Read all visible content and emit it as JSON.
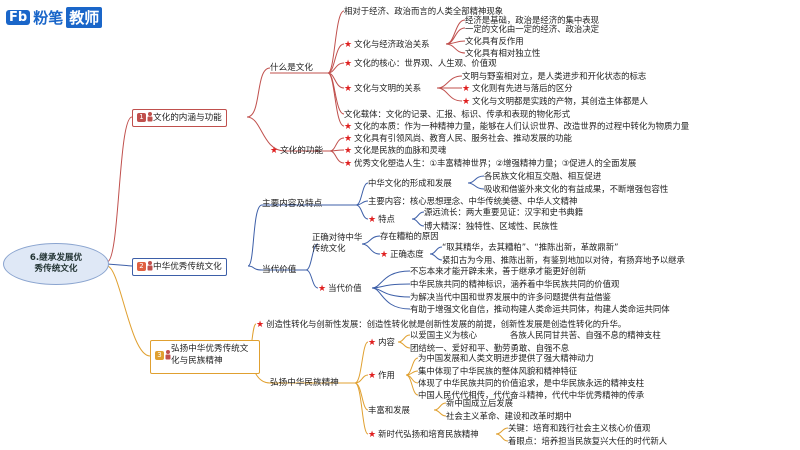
{
  "brand": {
    "fb": "Fb",
    "name": "粉笔",
    "edu": "教师"
  },
  "root": {
    "line1": "6.继承发展优",
    "line2": "秀传统文化"
  },
  "main_branches": [
    {
      "num": "1",
      "label": "文化的内涵与功能"
    },
    {
      "num": "2",
      "label": "中华优秀传统文化"
    },
    {
      "num": "3",
      "label": "弘扬中华优秀传统文化与民族精神"
    }
  ],
  "b1": {
    "what_culture": "什么是文化",
    "top_note": "相对于经济、政治而言的人类全部精神现象",
    "econ_politics": "文化与经济政治关系",
    "econ_sub": [
      "经济是基础，政治是经济的集中表现",
      "一定的文化由一定的经济、政治决定",
      "文化具有反作用",
      "文化具有相对独立性"
    ],
    "core": "文化的核心：世界观、人生观、价值观",
    "civ": "文化与文明的关系",
    "civ_sub": [
      "文明与野蛮相对立，是人类进步和开化状态的标志",
      "文化则有先进与落后的区分",
      "文化与文明都是实践的产物，其创造主体都是人"
    ],
    "carrier": "文化载体：文化的记录、汇报、标识、传承和表现的物化形式",
    "essence": "文化的本质：作为一种精神力量，能够在人们认识世界、改造世界的过程中转化为物质力量",
    "function": "文化的功能",
    "func_sub": [
      "文化具有引领风尚、教育人民、服务社会、推动发展的功能",
      "文化是民族的血脉和灵魂",
      "优秀文化塑造人生：①丰富精神世界；②增强精神力量；③促进人的全面发展"
    ]
  },
  "b2": {
    "content": "主要内容及特点",
    "formation": "中华文化的形成和发展",
    "formation_sub": [
      "各民族文化相互交融、相互促进",
      "吸收和借鉴外来文化的有益成果，不断增强包容性"
    ],
    "main_content": "主要内容：核心思想理念、中华传统美德、中华人文精神",
    "traits": "特点",
    "traits_sub": [
      "源远流长：两大重要见证：汉字和史书典籍",
      "博大精深：独特性、区域性、民族性"
    ],
    "value": "当代价值",
    "correct": "正确对待中华传统文化",
    "correct_sub": [
      "存在糟粕的原因",
      "正确态度"
    ],
    "attitude_sub": [
      "“取其精华，去其糟粕”、“推陈出新，革故鼎新”",
      "紧扣古为今用、推陈出新，有鉴别地加以对待，有扬弃地予以继承"
    ],
    "contemporary": "当代价值",
    "contemporary_sub": [
      "不忘本来才能开辟未来，善于继承才能更好创新",
      "中华民族共同的精神标识，涵养着中华民族共同的价值观",
      "为解决当代中国和世界发展中的许多问题提供有益借鉴",
      "有助于增强文化自信，推动构建人类命运共同体，构建人类命运共同体"
    ]
  },
  "b3": {
    "creative": "创造性转化与创新性发展：创造性转化就是创新性发展的前提，创新性发展是创造性转化的升华。",
    "spirit": "弘扬中华民族精神",
    "neirong": "内容",
    "neirong_sub": [
      "以爱国主义为核心",
      "各族人民同甘共苦、自强不息的精神支柱",
      "团结统一、爱好和平、勤劳勇敢、自强不息"
    ],
    "zuoyong": "作用",
    "zuoyong_sub": [
      "为中国发展和人类文明进步提供了强大精神动力",
      "集中体现了中华民族的整体风貌和精神特征",
      "体现了中华民族共同的价值追求，是中华民族永远的精神支柱",
      "中国人民代代相传，代代奋斗精神，代代中华优秀精神的传承"
    ],
    "fengfu": "丰富和发展",
    "fengfu_sub": [
      "新中国成立后发展",
      "社会主义革命、建设和改革时期中"
    ],
    "xinshidai": "新时代弘扬和培育民族精神",
    "xinshidai_sub": [
      "关键：培育和践行社会主义核心价值观",
      "着眼点：培养担当民族复兴大任的时代新人"
    ]
  }
}
